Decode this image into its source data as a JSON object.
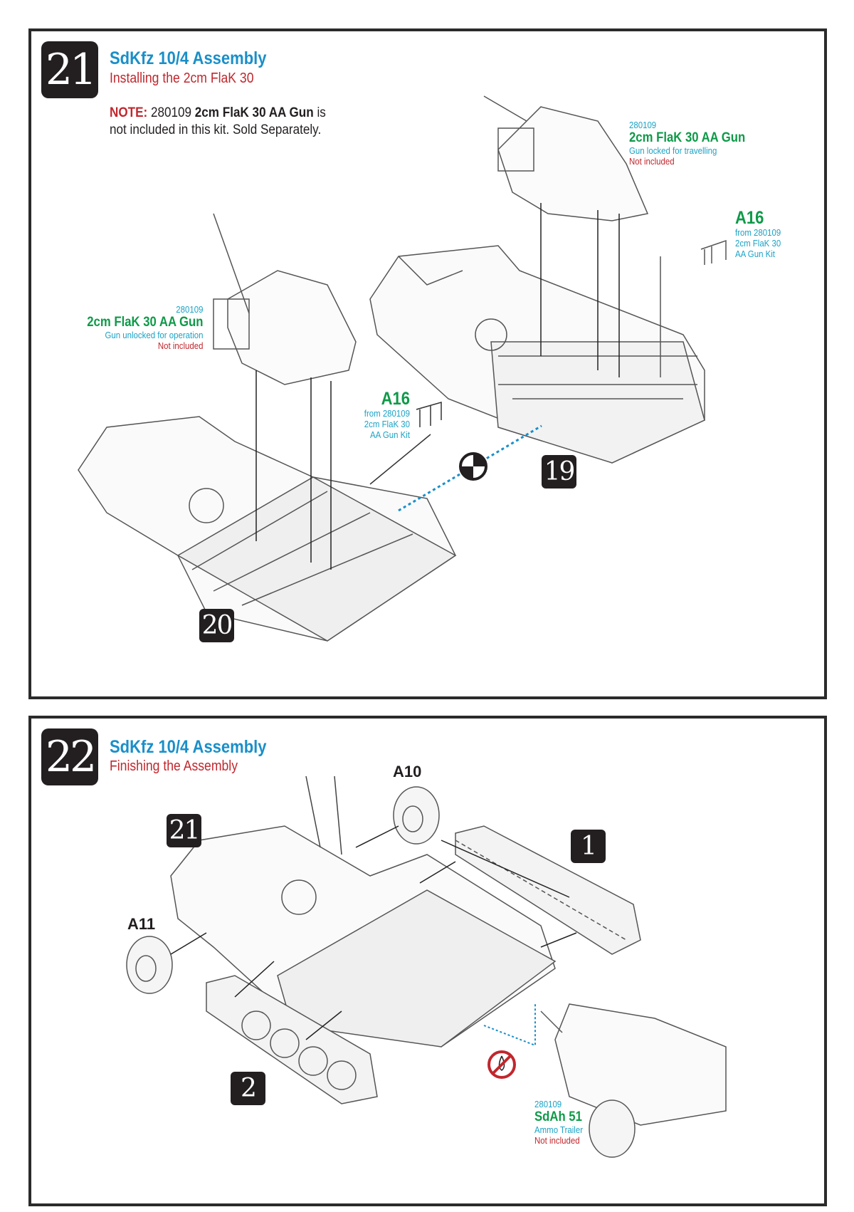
{
  "step21": {
    "number": "21",
    "title": "SdKfz 10/4 Assembly",
    "subtitle": "Installing the 2cm FlaK 30",
    "note": {
      "label": "NOTE:",
      "code": "280109",
      "product": "2cm FlaK 30 AA Gun",
      "suffix": "is",
      "line2": "not included in this kit.  Sold Separately."
    },
    "gun_travel": {
      "code": "280109",
      "name": "2cm FlaK 30 AA Gun",
      "state": "Gun locked for travelling",
      "status": "Not included"
    },
    "gun_operation": {
      "code": "280109",
      "name": "2cm FlaK 30 AA Gun",
      "state": "Gun unlocked for operation",
      "status": "Not included"
    },
    "part_a16_right": {
      "id": "A16",
      "l1": "from 280109",
      "l2": "2cm FlaK 30",
      "l3": "AA Gun Kit"
    },
    "part_a16_left": {
      "id": "A16",
      "l1": "from 280109",
      "l2": "2cm FlaK 30",
      "l3": "AA Gun Kit"
    },
    "ref_boxes": [
      "19",
      "20"
    ]
  },
  "step22": {
    "number": "22",
    "title": "SdKfz 10/4 Assembly",
    "subtitle": "Finishing the Assembly",
    "parts": {
      "a10": "A10",
      "a11": "A11"
    },
    "ref_boxes": [
      "21",
      "1",
      "2"
    ],
    "trailer": {
      "code": "280109",
      "name": "SdAh 51",
      "desc": "Ammo Trailer",
      "status": "Not included"
    }
  },
  "colors": {
    "title": "#1a8fc9",
    "subtitle": "#c0272d",
    "green": "#0e9a48",
    "teal": "#1ba3c6"
  }
}
